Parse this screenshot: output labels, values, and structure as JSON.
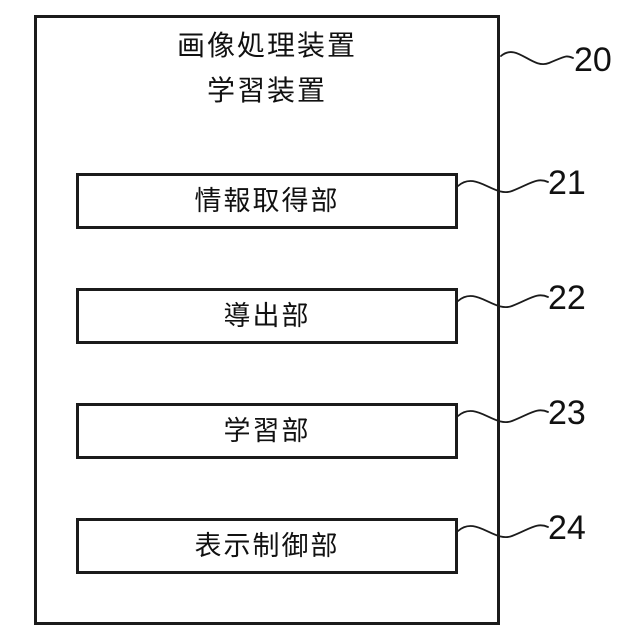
{
  "figure": {
    "device": {
      "title_line1": "画像処理装置",
      "title_line2": "学習装置",
      "ref": "20"
    },
    "blocks": [
      {
        "label": "情報取得部",
        "ref": "21"
      },
      {
        "label": "導出部",
        "ref": "22"
      },
      {
        "label": "学習部",
        "ref": "23"
      },
      {
        "label": "表示制御部",
        "ref": "24"
      }
    ],
    "colors": {
      "line": "#1b1b1b",
      "background": "#ffffff",
      "text": "#111111"
    }
  }
}
